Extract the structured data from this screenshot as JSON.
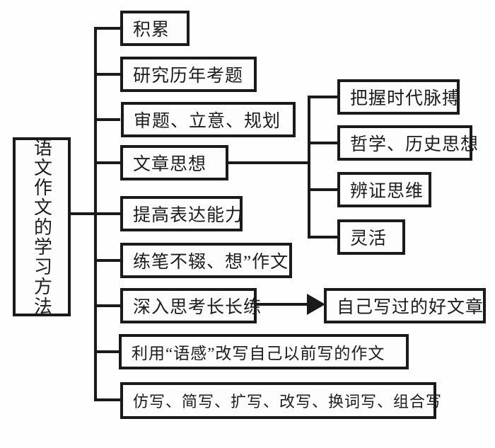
{
  "diagram": {
    "root": {
      "label": "语文作文的学习方法"
    },
    "branches": [
      {
        "label": "积累"
      },
      {
        "label": "研究历年考题"
      },
      {
        "label": "审题、立意、规划"
      },
      {
        "label": "文章思想",
        "children": [
          {
            "label": "把握时代脉搏"
          },
          {
            "label": "哲学、历史思想"
          },
          {
            "label": "辨证思维"
          },
          {
            "label": "灵活"
          }
        ]
      },
      {
        "label": "提高表达能力"
      },
      {
        "label": "练笔不辍、想”作文"
      },
      {
        "label": "深入思考长长练",
        "arrow_target": "自己写过的好文章"
      },
      {
        "label": "利用“语感”改写自己以前写的作文"
      },
      {
        "label": "仿写、简写、扩写、改写、换词写、组合写"
      }
    ],
    "colors": {
      "line": "#1a1a1a",
      "background": "#fefefe",
      "text": "#1c1c1c"
    }
  }
}
